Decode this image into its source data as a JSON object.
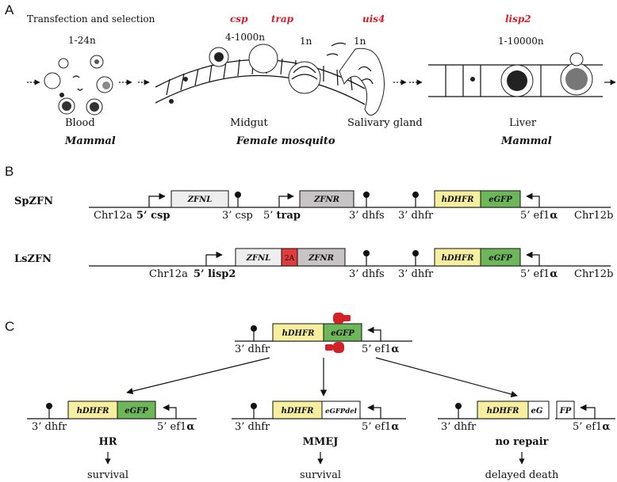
{
  "panel_a": {
    "label": "A",
    "stage_top": {
      "transfection": "Transfection and selection",
      "csp": "csp",
      "trap": "trap",
      "uis4": "uis4",
      "lisp2": "lisp2"
    },
    "ploidy": {
      "blood": "1-24n",
      "midgut": "4-1000n",
      "midgut_1n": "1n",
      "salivary": "1n",
      "liver": "1-10000n"
    },
    "stage_names": {
      "blood": "Blood",
      "midgut": "Midgut",
      "salivary": "Salivary gland",
      "liver": "Liver"
    },
    "hosts": {
      "mammal_left": "Mammal",
      "mosquito": "Female mosquito",
      "mammal_right": "Mammal"
    }
  },
  "panel_b": {
    "label": "B",
    "spzfn": {
      "name": "SpZFN",
      "chr_left": "Chr12a",
      "promoter1": "5’ csp",
      "zfnl": "ZFNL",
      "term1": "3’ csp",
      "promoter2_prefix": "5’ ",
      "promoter2_gene": "trap",
      "zfnr": "ZFNR",
      "term2": "3’ dhfs",
      "term3": "3’ dhfr",
      "hdhfr": "hDHFR",
      "egfp": "eGFP",
      "promoter3_prefix": "5’ ef1",
      "promoter3_greek": "α",
      "chr_right": "Chr12b"
    },
    "lszfn": {
      "name": "LsZFN",
      "chr_left": "Chr12a",
      "promoter1": "5’ lisp2",
      "zfnl": "ZFNL",
      "linker": "2A",
      "zfnr": "ZFNR",
      "term2": "3’ dhfs",
      "term3": "3’ dhfr",
      "hdhfr": "hDHFR",
      "egfp": "eGFP",
      "promoter3_prefix": "5’ ef1",
      "promoter3_greek": "α",
      "chr_right": "Chr12b"
    }
  },
  "panel_c": {
    "label": "C",
    "target": {
      "hdhfr": "hDHFR",
      "egfp": "eGFP",
      "term": "3’ dhfr",
      "promoter_prefix": "5’ ef1",
      "promoter_greek": "α"
    },
    "outcomes": [
      {
        "hdhfr": "hDHFR",
        "gfp": "eGFP",
        "term": "3’ dhfr",
        "promoter_prefix": "5’ ef1",
        "promoter_greek": "α",
        "pathway": "HR",
        "result": "survival"
      },
      {
        "hdhfr": "hDHFR",
        "gfp": "eGFPdel",
        "term": "3’ dhfr",
        "promoter_prefix": "5’ ef1",
        "promoter_greek": "α",
        "pathway": "MMEJ",
        "result": "survival"
      },
      {
        "hdhfr": "hDHFR",
        "gfp": "eG",
        "gfp2": "FP",
        "term": "3’ dhfr",
        "promoter_prefix": "5’ ef1",
        "promoter_greek": "α",
        "pathway": "no repair",
        "result": "delayed death"
      }
    ]
  },
  "colors": {
    "hdhfr_fill": "#f7efa0",
    "egfp_fill": "#6db65a",
    "zfnl_fill": "#eeeeee",
    "zfnr_fill": "#c8c4c6",
    "linker_fill": "#e23b3b",
    "gene_red": "#d42027",
    "nuclease_red": "#d42027"
  }
}
